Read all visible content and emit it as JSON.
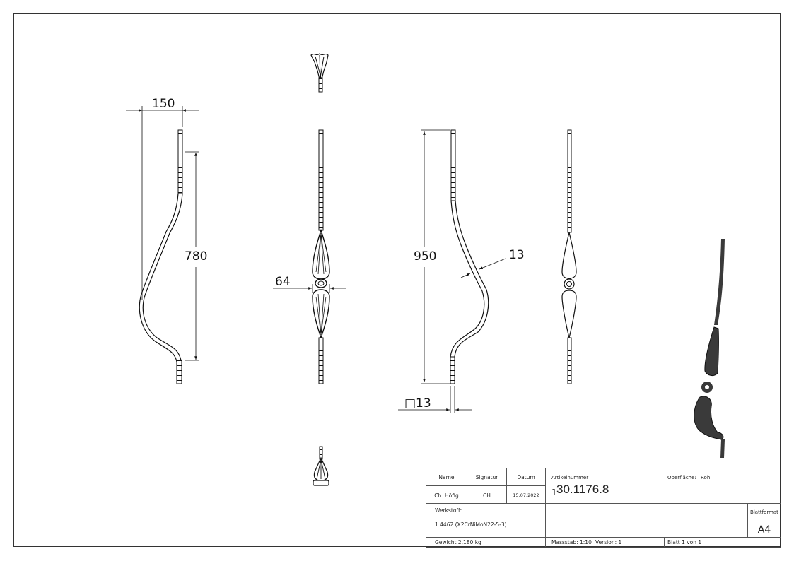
{
  "dimensions": {
    "left_view_width": "150",
    "left_view_height": "780",
    "front_view_diameter": "64",
    "side_view_height": "950",
    "side_view_thickness": "13",
    "bar_section": "□13"
  },
  "title_block": {
    "name_header": "Name",
    "signature_header": "Signatur",
    "date_header": "Datum",
    "name_value": "Ch. Höfig",
    "signature_value": "CH",
    "date_value": "15.07.2022",
    "article_label": "Artikelnummer",
    "article_prefix": "1",
    "article_number": "30.1176.8",
    "surface_label": "Oberfläche:",
    "surface_value": "Roh",
    "material_label": "Werkstoff:",
    "material_value": "1.4462 (X2CrNiMoN22-5-3)",
    "sheet_format_label": "Blattformat",
    "sheet_format_value": "A4",
    "weight": "Gewicht 2,180 kg",
    "scale": "Massstab: 1:10",
    "version": "Version: 1",
    "sheet": "Blatt 1 von 1"
  },
  "colors": {
    "line": "#111111",
    "frame": "#333333",
    "iso_fill": "#3a3a3a"
  }
}
